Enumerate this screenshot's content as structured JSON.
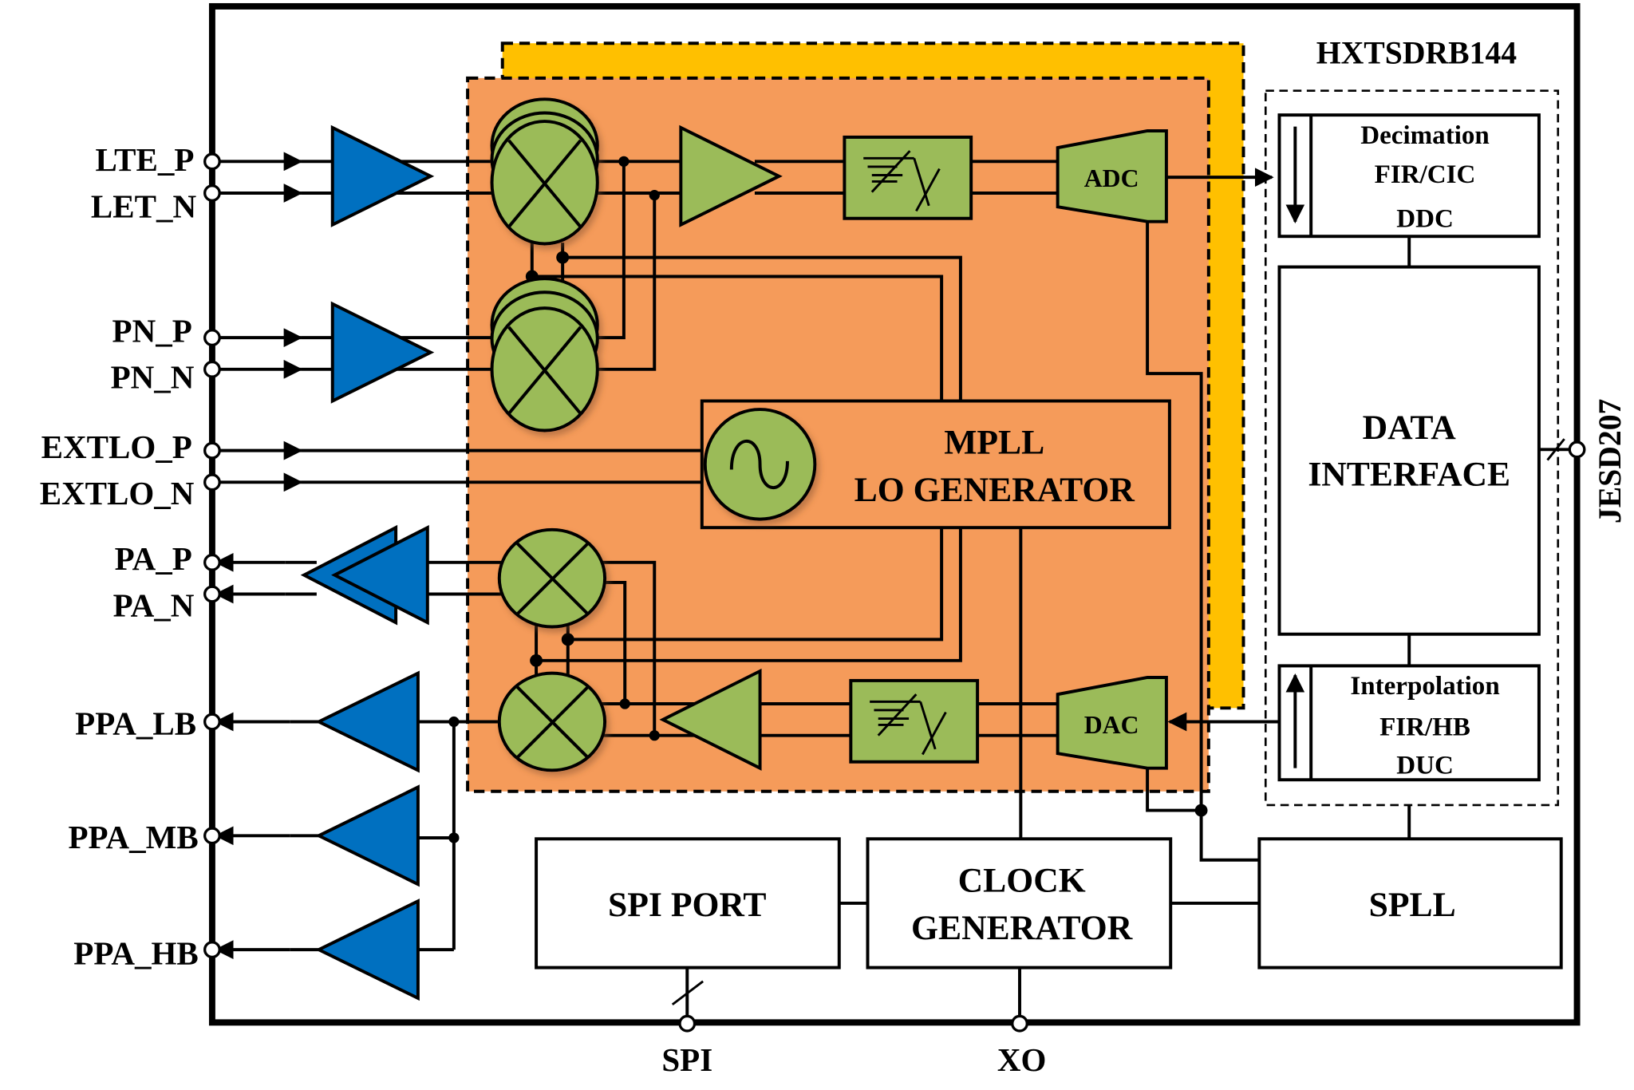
{
  "chip": {
    "name": "HXTSDRB144"
  },
  "colors": {
    "rf_block": "#F59B5A",
    "rf_block_shadow": "#FFC000",
    "analog_component": "#9BBB59",
    "amplifier": "#0070C0",
    "outline": "#000000"
  },
  "left_pins": [
    {
      "label": "LTE_P",
      "direction": "in"
    },
    {
      "label": "LET_N",
      "direction": "in"
    },
    {
      "label": "PN_P",
      "direction": "in"
    },
    {
      "label": "PN_N",
      "direction": "in"
    },
    {
      "label": "EXTLO_P",
      "direction": "in"
    },
    {
      "label": "EXTLO_N",
      "direction": "in"
    },
    {
      "label": "PA_P",
      "direction": "out"
    },
    {
      "label": "PA_N",
      "direction": "out"
    },
    {
      "label": "PPA_LB",
      "direction": "out"
    },
    {
      "label": "PPA_MB",
      "direction": "out"
    },
    {
      "label": "PPA_HB",
      "direction": "out"
    }
  ],
  "bottom_pins": [
    {
      "label": "SPI"
    },
    {
      "label": "XO"
    }
  ],
  "right_pins": [
    {
      "label": "JESD207"
    }
  ],
  "blocks": {
    "adc": "ADC",
    "dac": "DAC",
    "mpll_line1": "MPLL",
    "mpll_line2": "LO GENERATOR",
    "decimation_line1": "Decimation",
    "decimation_line2": "FIR/CIC",
    "decimation_line3": "DDC",
    "data_interface_line1": "DATA",
    "data_interface_line2": "INTERFACE",
    "interpolation_line1": "Interpolation",
    "interpolation_line2": "FIR/HB",
    "interpolation_line3": "DUC",
    "spi_port": "SPI PORT",
    "clock_gen_line1": "CLOCK",
    "clock_gen_line2": "GENERATOR",
    "spll": "SPLL"
  }
}
